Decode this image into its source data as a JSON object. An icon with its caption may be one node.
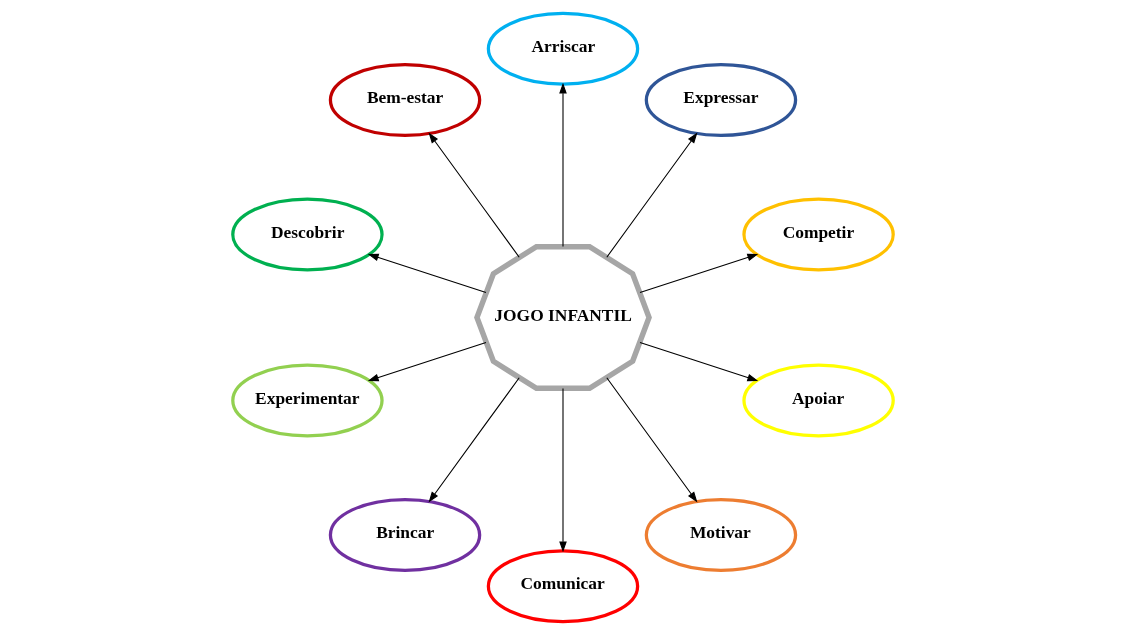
{
  "diagram": {
    "nodes": [
      {
        "text": [
          "JOGO INFANTIL"
        ]
      },
      {
        "text": [
          "Competir"
        ]
      },
      {
        "text": [
          "Expressar"
        ]
      },
      {
        "text": [
          "Arriscar"
        ]
      },
      {
        "text": [
          "Bem-estar"
        ]
      },
      {
        "text": [
          "Descobrir"
        ]
      },
      {
        "text": [
          "Experimentar"
        ]
      },
      {
        "text": [
          "Brincar"
        ]
      },
      {
        "text": [
          "Comunicar"
        ]
      },
      {
        "text": [
          "Motivar"
        ]
      },
      {
        "text": [
          "Apoiar"
        ]
      }
    ],
    "edges": [
      {
        "from": 0,
        "to": 1,
        "arrow": "to"
      },
      {
        "from": 0,
        "to": 2,
        "arrow": "to"
      },
      {
        "from": 0,
        "to": 3,
        "arrow": "to"
      },
      {
        "from": 0,
        "to": 4,
        "arrow": "to"
      },
      {
        "from": 0,
        "to": 5,
        "arrow": "to"
      },
      {
        "from": 0,
        "to": 6,
        "arrow": "to"
      },
      {
        "from": 0,
        "to": 7,
        "arrow": "to"
      },
      {
        "from": 0,
        "to": 8,
        "arrow": "to"
      },
      {
        "from": 0,
        "to": 9,
        "arrow": "to"
      },
      {
        "from": 0,
        "to": 10,
        "arrow": "to"
      }
    ]
  }
}
